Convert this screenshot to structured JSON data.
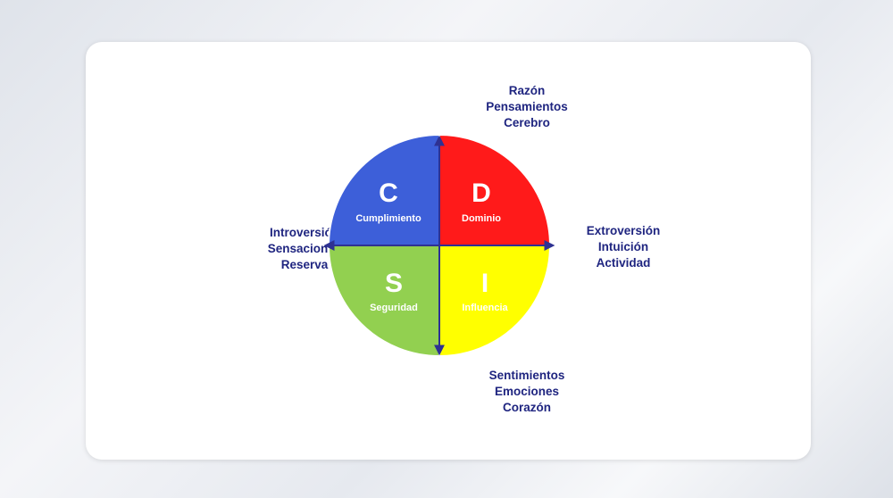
{
  "axes": {
    "top": [
      "Razón",
      "Pensamientos",
      "Cerebro"
    ],
    "bottom": [
      "Sentimientos",
      "Emociones",
      "Corazón"
    ],
    "left": [
      "Introversión",
      "Sensaciones",
      "Reserva"
    ],
    "right": [
      "Extroversión",
      "Intuición",
      "Actividad"
    ]
  },
  "quadrants": {
    "c": {
      "letter": "C",
      "word": "Cumplimiento",
      "color": "#3d5fd9"
    },
    "d": {
      "letter": "D",
      "word": "Dominio",
      "color": "#ff1a1a"
    },
    "s": {
      "letter": "S",
      "word": "Seguridad",
      "color": "#92d050"
    },
    "i": {
      "letter": "I",
      "word": "Influencia",
      "color": "#ffff00"
    }
  },
  "colors": {
    "text": "#1f2580",
    "arrow": "#2e3192"
  }
}
